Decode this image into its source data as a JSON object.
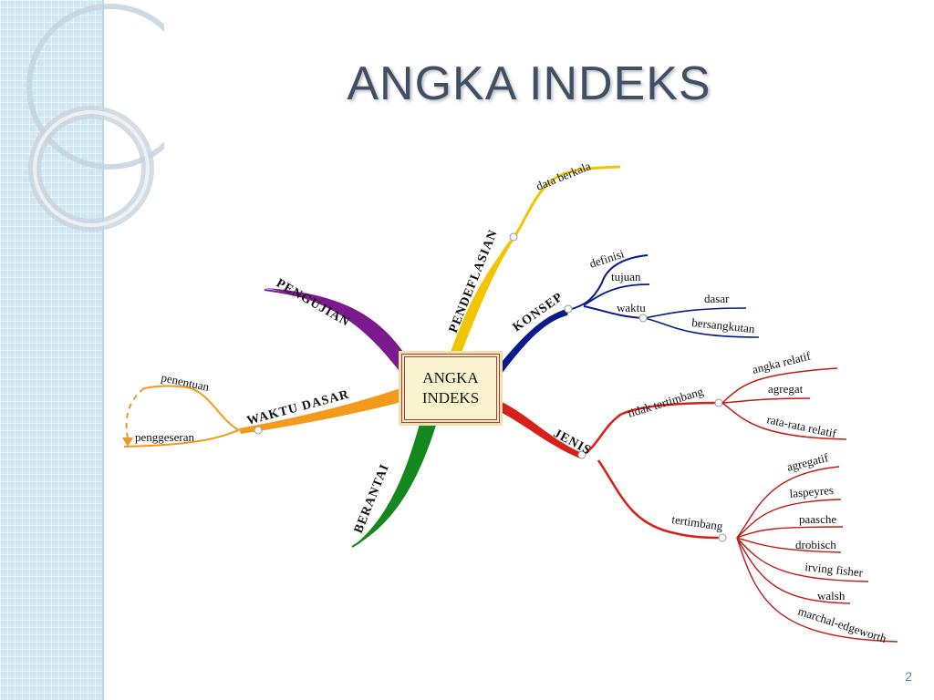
{
  "title": "ANGKA INDEKS",
  "page_number": "2",
  "center_lines": [
    "ANGKA",
    "INDEKS"
  ],
  "branches": {
    "pendeflasian": "PENDEFLASIAN",
    "pengujian": "PENGUJIAN",
    "konsep": "KONSEP",
    "waktu_dasar": "WAKTU DASAR",
    "jenis": "JENIS",
    "berantai": "BERANTAI"
  },
  "leaves": {
    "data_berkala": "data berkala",
    "definisi": "definisi",
    "tujuan": "tujuan",
    "waktu": "waktu",
    "dasar": "dasar",
    "bersangkutan": "bersangkutan",
    "penentuan": "penentuan",
    "penggeseran": "penggeseran",
    "tidak_tertimbang": "tidak tertimbang",
    "angka_relatif": "angka relatif",
    "agregat": "agregat",
    "rata_rata_relatif": "rata-rata relatif",
    "tertimbang": "tertimbang",
    "agregatif": "agregatif",
    "laspeyres": "laspeyres",
    "paasche": "paasche",
    "drobisch": "drobisch",
    "irving_fisher": "irving fisher",
    "walsh": "walsh",
    "marchal_edgeworth": "marchal-edgeworth"
  },
  "colors": {
    "pendeflasian": "#f2c500",
    "pengujian": "#7b1a8c",
    "konsep": "#0b1a8a",
    "waktu_dasar": "#f39a1c",
    "jenis": "#d8201a",
    "berantai": "#14871e",
    "title": "#3f5066"
  }
}
